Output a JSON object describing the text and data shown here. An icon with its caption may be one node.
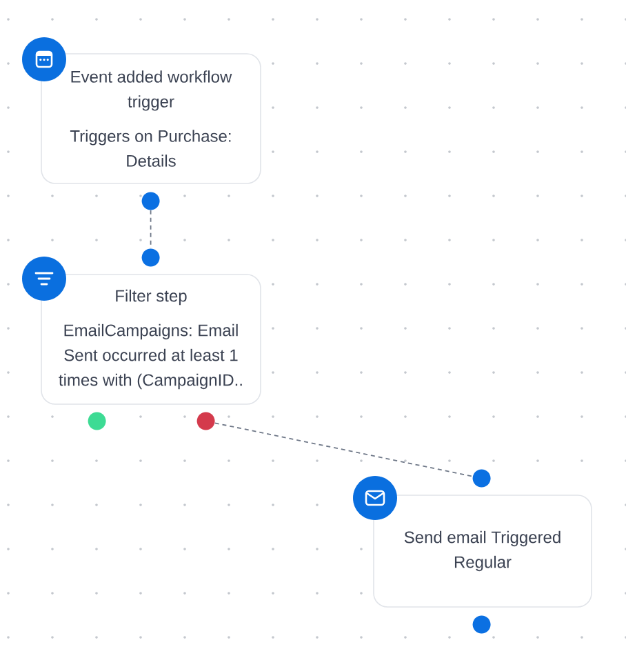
{
  "diagram": {
    "nodes": [
      {
        "text": [
          "Event added workflow trigger",
          "Triggers on Purchase: Details"
        ]
      },
      {
        "text": [],
        "shape": "circle"
      },
      {
        "text": [],
        "shape": "circle"
      },
      {
        "text": [
          "Filter step",
          "EmailCampaigns: Email Sent occurred at least 1 times with (CampaignID.."
        ]
      },
      {
        "text": [],
        "shape": "circle"
      },
      {
        "text": [],
        "shape": "circle"
      },
      {
        "text": [],
        "shape": "circle"
      },
      {
        "text": [
          "Send email Triggered Regular"
        ]
      },
      {
        "text": [],
        "shape": "circle"
      }
    ],
    "edges": [
      {
        "from": 1,
        "to": 2,
        "arrow": "none",
        "style": "dashed"
      },
      {
        "from": 5,
        "to": 6,
        "arrow": "none",
        "style": "dashed"
      }
    ]
  }
}
